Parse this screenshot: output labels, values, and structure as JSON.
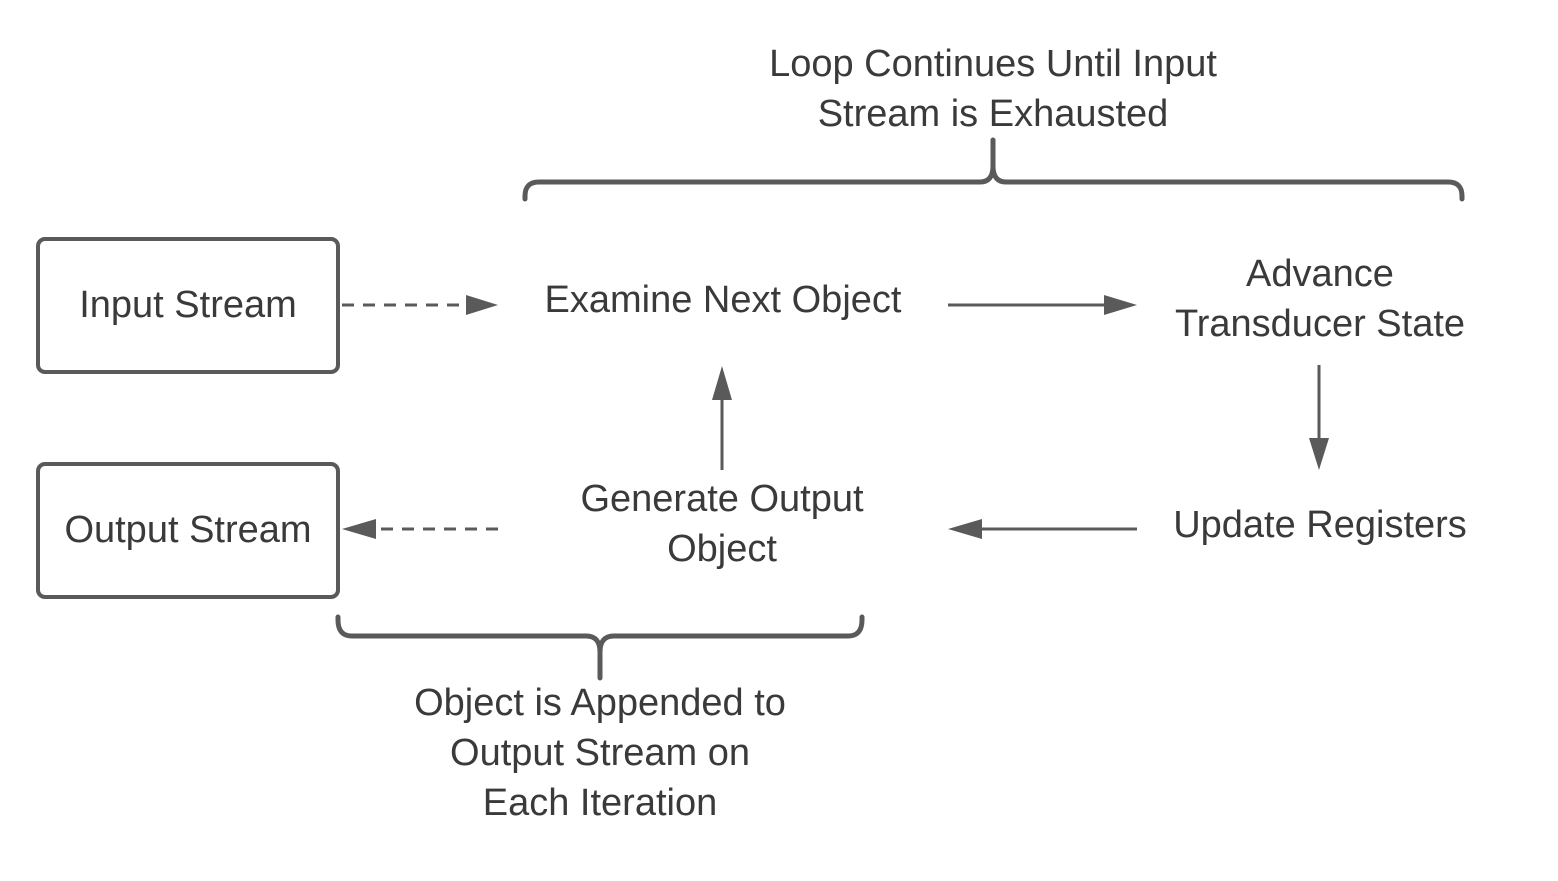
{
  "nodes": {
    "input_stream": "Input Stream",
    "output_stream": "Output Stream",
    "examine": "Examine Next Object",
    "advance": [
      "Advance",
      "Transducer State"
    ],
    "update": "Update Registers",
    "generate": [
      "Generate Output",
      "Object"
    ]
  },
  "annotations": {
    "loop": [
      "Loop Continues Until Input",
      "Stream is Exhausted"
    ],
    "append": [
      "Object is Appended to",
      "Output Stream on",
      "Each Iteration"
    ]
  },
  "colors": {
    "stroke": "#5a5a5a",
    "text": "#3a3a3a"
  }
}
